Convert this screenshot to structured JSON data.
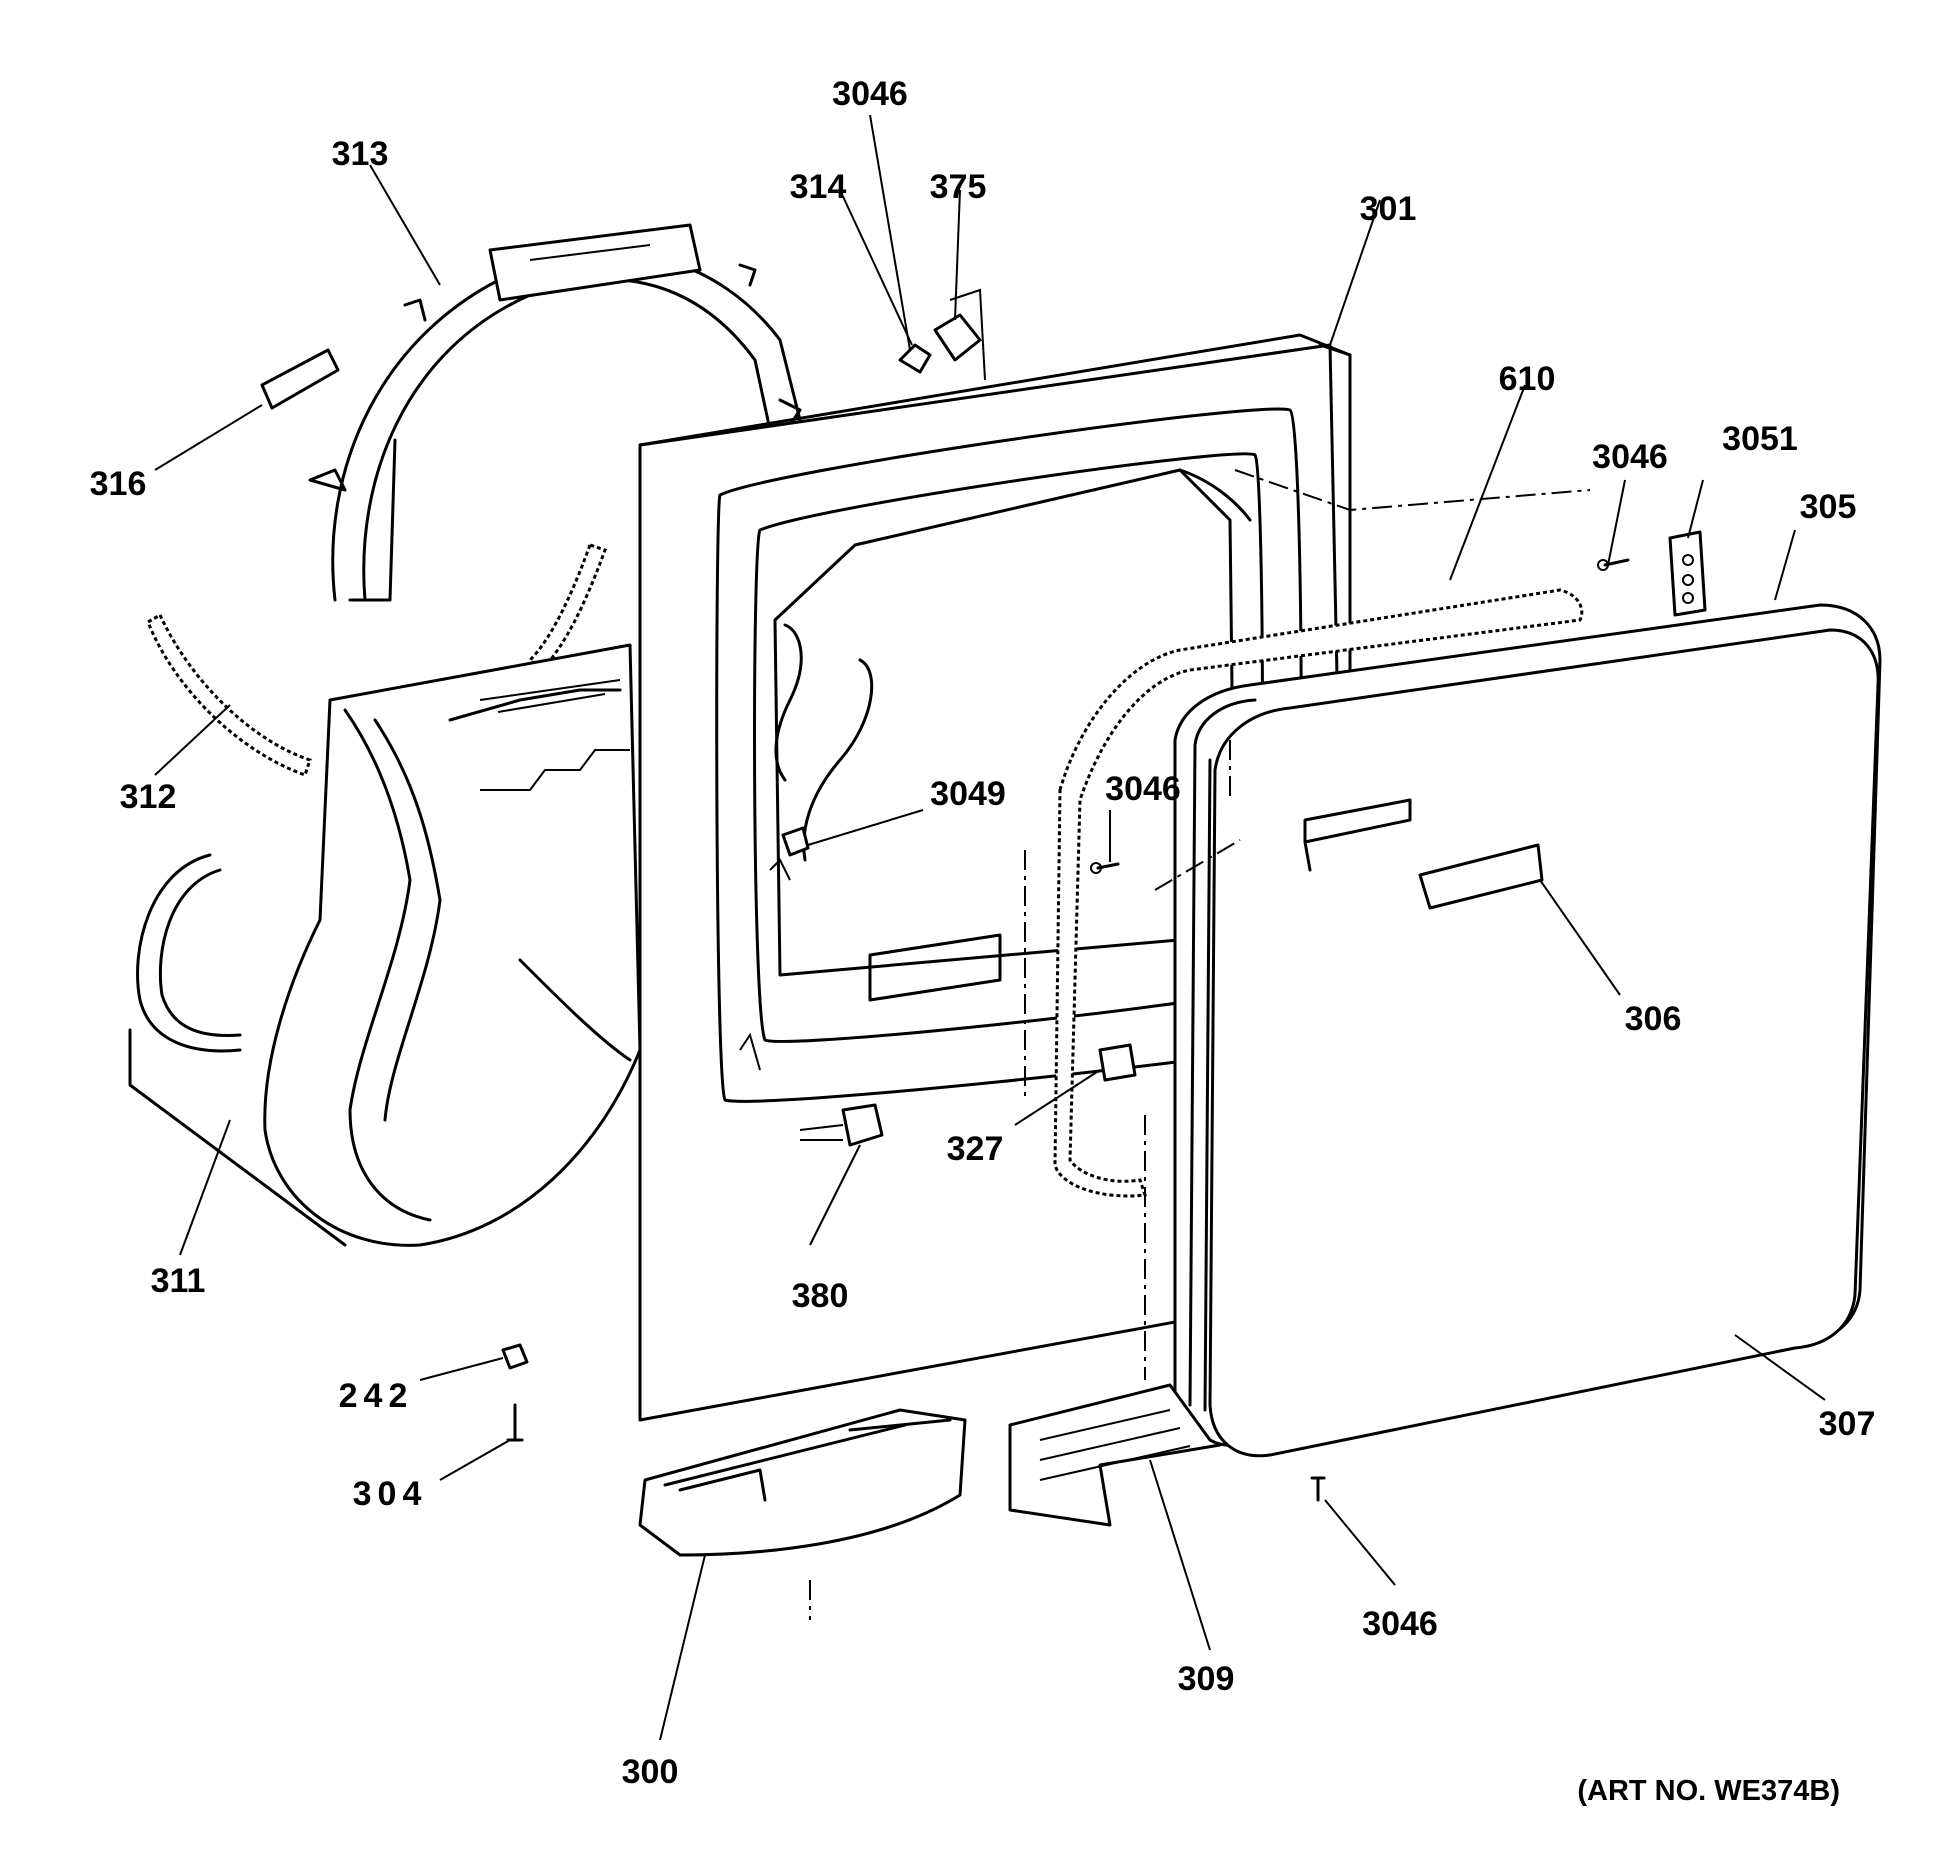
{
  "diagram": {
    "art_number": "(ART NO. WE374B)",
    "callouts": [
      {
        "id": "c3046a",
        "text": "3046"
      },
      {
        "id": "c314",
        "text": "314"
      },
      {
        "id": "c375",
        "text": "375"
      },
      {
        "id": "c313",
        "text": "313"
      },
      {
        "id": "c301",
        "text": "301"
      },
      {
        "id": "c316",
        "text": "316"
      },
      {
        "id": "c610",
        "text": "610"
      },
      {
        "id": "c3046b",
        "text": "3046"
      },
      {
        "id": "c3051",
        "text": "3051"
      },
      {
        "id": "c305",
        "text": "305"
      },
      {
        "id": "c312",
        "text": "312"
      },
      {
        "id": "c3049",
        "text": "3049"
      },
      {
        "id": "c3046c",
        "text": "3046"
      },
      {
        "id": "c306",
        "text": "306"
      },
      {
        "id": "c327",
        "text": "327"
      },
      {
        "id": "c311",
        "text": "311"
      },
      {
        "id": "c380",
        "text": "380"
      },
      {
        "id": "c242",
        "text": "242"
      },
      {
        "id": "c307",
        "text": "307"
      },
      {
        "id": "c304",
        "text": "304"
      },
      {
        "id": "c3046d",
        "text": "3046"
      },
      {
        "id": "c309",
        "text": "309"
      },
      {
        "id": "c300",
        "text": "300"
      }
    ]
  }
}
